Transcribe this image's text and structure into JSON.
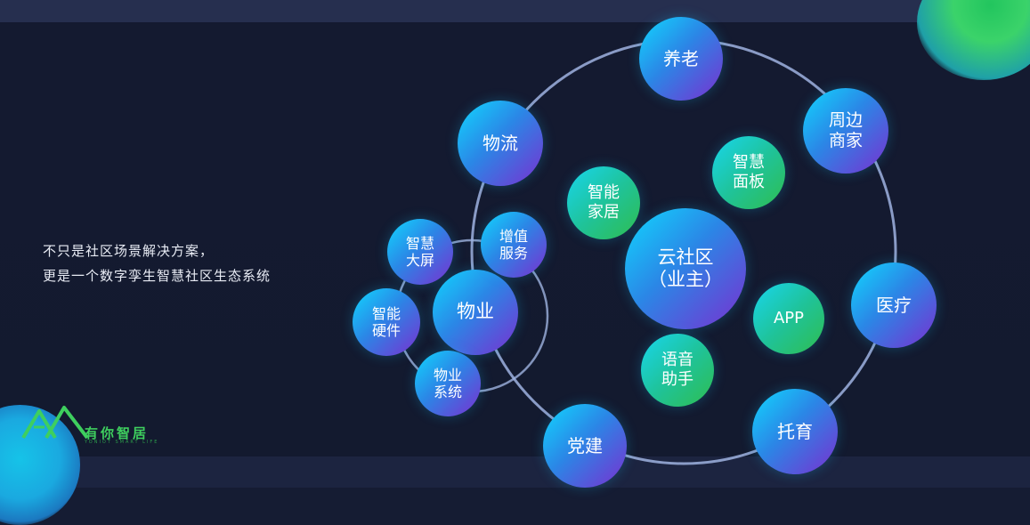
{
  "tagline": {
    "line1": "不只是社区场景解决方案，",
    "line2": "更是一个数字孪生智慧社区生态系统"
  },
  "brand": {
    "name": "有你智居",
    "subtitle": "YONIOT SMART LIFE",
    "color": "#3ecf5e"
  },
  "diagram": {
    "center": "云社区\n（业主）",
    "outer_ring": [
      "养老",
      "周边\n商家",
      "医疗",
      "托育",
      "党建",
      "物流"
    ],
    "inner_items": [
      "智能\n家居",
      "智慧\n面板",
      "APP",
      "语音\n助手"
    ],
    "property_hub": "物业",
    "property_ring": [
      "增值\n服务",
      "智慧\n大屏",
      "智能\n硬件",
      "物业\n系统"
    ]
  },
  "colors": {
    "background": "#151c33",
    "ring": "#9fb3e0",
    "purple_gradient": [
      "#10d8ff",
      "#7a2fd0"
    ],
    "green_gradient": [
      "#18d6ee",
      "#2fbd4f"
    ]
  }
}
